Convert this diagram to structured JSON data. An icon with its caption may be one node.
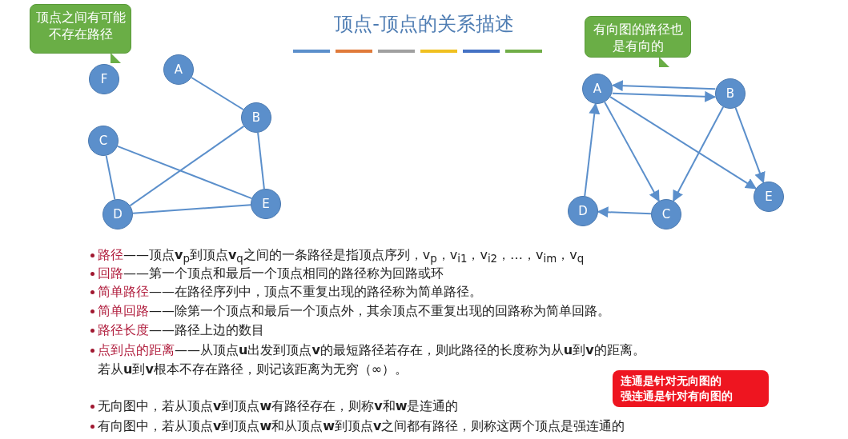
{
  "diagram": {
    "title": "顶点-顶点的关系描述",
    "nodes": [
      {
        "text": [
          "顶点之间有可能不存在路径"
        ]
      },
      {
        "text": [
          "F"
        ]
      },
      {
        "text": [
          "A"
        ]
      },
      {
        "text": [
          "B"
        ]
      },
      {
        "text": [
          "C"
        ]
      },
      {
        "text": [
          "D"
        ]
      },
      {
        "text": [
          "E"
        ]
      },
      {
        "text": [
          "有向图的路径也是有向的"
        ]
      },
      {
        "text": [
          "A"
        ]
      },
      {
        "text": [
          "B"
        ]
      },
      {
        "text": [
          "D"
        ]
      },
      {
        "text": [
          "C"
        ]
      },
      {
        "text": [
          "E"
        ]
      },
      {
        "text": [
          "连通是针对无向图的",
          "强连通是针对有向图的"
        ]
      }
    ],
    "edges": [
      {
        "from": 2,
        "to": 3,
        "arrow": "none"
      },
      {
        "from": 3,
        "to": 5,
        "arrow": "none"
      },
      {
        "from": 3,
        "to": 6,
        "arrow": "none"
      },
      {
        "from": 4,
        "to": 5,
        "arrow": "none"
      },
      {
        "from": 4,
        "to": 6,
        "arrow": "none"
      },
      {
        "from": 5,
        "to": 6,
        "arrow": "none"
      },
      {
        "from": 8,
        "to": 9,
        "arrow": "to"
      },
      {
        "from": 9,
        "to": 8,
        "arrow": "to"
      },
      {
        "from": 8,
        "to": 11,
        "arrow": "to"
      },
      {
        "from": 8,
        "to": 12,
        "arrow": "to"
      },
      {
        "from": 9,
        "to": 11,
        "arrow": "to"
      },
      {
        "from": 9,
        "to": 12,
        "arrow": "to"
      },
      {
        "from": 10,
        "to": 8,
        "arrow": "to"
      },
      {
        "from": 11,
        "to": 10,
        "arrow": "to"
      }
    ],
    "labels": [
      "路径",
      "——顶点**v**$_{p}$到顶点**v**$_{q}$之间的一条路径是指顶点序列，v$_{p}$，v$_{i1}$，v$_{i2}$，…，v$_{im}$，v$_{q}$",
      "回路",
      "——第一个顶点和最后一个顶点相同的路径称为回路或环",
      "简单路径",
      "——在路径序列中，顶点不重复出现的路径称为简单路径。",
      "简单回路",
      "——除第一个顶点和最后一个顶点外，其余顶点不重复出现的回路称为简单回路。",
      "路径长度",
      "——路径上边的数目",
      "点到点的距离",
      "——从顶点**u**出发到顶点**v**的最短路径若存在，则此路径的长度称为从**u**到**v**的距离。",
      "若从**u**到**v**根本不存在路径，则记该距离为无穷（∞）。",
      "无向图中，若从顶点**v**到顶点**w**有路径存在，则称**v**和**w**是连通的",
      "有向图中，若从顶点**v**到顶点**w**和从顶点**w**到顶点**v**之间都有路径，则称这两个顶点是强连通的"
    ]
  }
}
